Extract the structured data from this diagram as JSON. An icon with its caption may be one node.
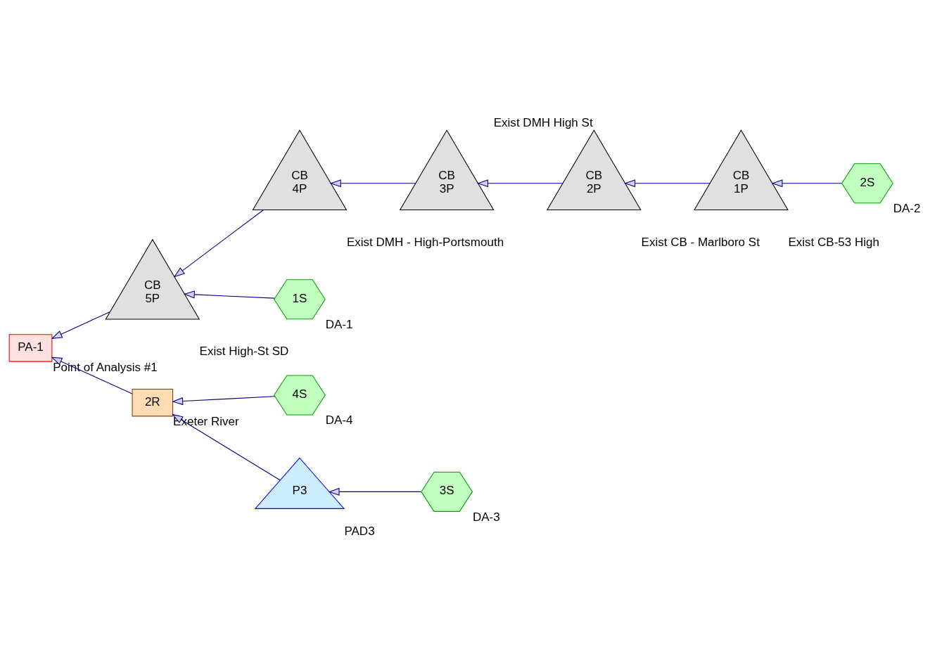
{
  "diagram": {
    "nodes": [
      {
        "text": [
          "PA-1"
        ],
        "beside": [
          "Point of Analysis #1"
        ]
      },
      {
        "text": [
          "CB",
          "5P"
        ],
        "beside": [
          "Exist High-St SD"
        ]
      },
      {
        "text": [
          "CB",
          "4P"
        ],
        "beside": [
          "Exist DMH - High-Portsmouth"
        ]
      },
      {
        "text": [
          "CB",
          "3P"
        ],
        "beside": [
          "Exist DMH High St"
        ]
      },
      {
        "text": [
          "1S"
        ],
        "beside": [
          "DA-1"
        ]
      },
      {
        "text": [
          "4S"
        ],
        "beside": [
          "DA-4"
        ]
      },
      {
        "text": [
          "2S"
        ],
        "beside": [
          "DA-2"
        ]
      },
      {
        "text": [
          "CB",
          "1P"
        ],
        "beside": [
          "Exist CB-53 High"
        ]
      },
      {
        "text": [
          "CB",
          "2P"
        ],
        "beside": [
          "Exist CB - Marlboro St"
        ]
      },
      {
        "text": [
          "3S"
        ],
        "beside": [
          "DA-3"
        ]
      },
      {
        "text": [
          "2R"
        ],
        "beside": [
          "Exeter River"
        ]
      },
      {
        "text": [
          "P3"
        ],
        "beside": [
          "PAD3"
        ]
      }
    ],
    "edges": [
      {
        "from": 1,
        "to": 0,
        "arrow": "to"
      },
      {
        "from": 2,
        "to": 1,
        "arrow": "to"
      },
      {
        "from": 3,
        "to": 2,
        "arrow": "to"
      },
      {
        "from": 4,
        "to": 1,
        "arrow": "to"
      },
      {
        "from": 6,
        "to": 7,
        "arrow": "to"
      },
      {
        "from": 7,
        "to": 8,
        "arrow": "to"
      },
      {
        "from": 8,
        "to": 3,
        "arrow": "to"
      },
      {
        "from": 5,
        "to": 10,
        "arrow": "to"
      },
      {
        "from": 9,
        "to": 11,
        "arrow": "to"
      },
      {
        "from": 11,
        "to": 10,
        "arrow": "to"
      },
      {
        "from": 10,
        "to": 0,
        "arrow": "to"
      }
    ]
  }
}
